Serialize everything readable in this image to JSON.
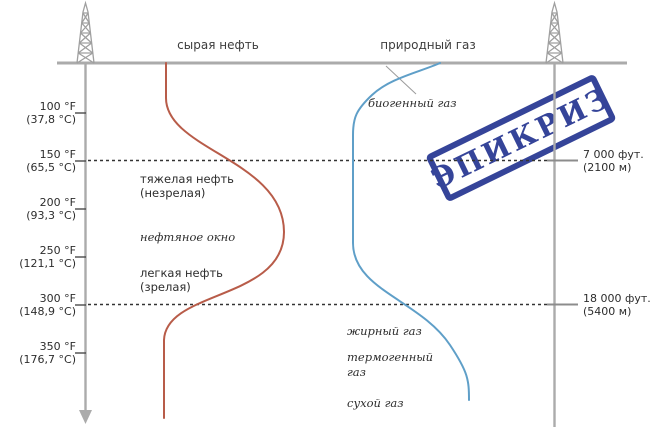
{
  "surface": {
    "oil_label": "сырая нефть",
    "gas_label": "природный газ"
  },
  "temps": [
    {
      "f": "100 °F",
      "c": "(37,8 °C)"
    },
    {
      "f": "150 °F",
      "c": "(65,5 °C)"
    },
    {
      "f": "200 °F",
      "c": "(93,3 °C)"
    },
    {
      "f": "250 °F",
      "c": "(121,1 °C)"
    },
    {
      "f": "300 °F",
      "c": "(148,9 °C)"
    },
    {
      "f": "350 °F",
      "c": "(176,7 °C)"
    }
  ],
  "depths": [
    {
      "ft": "7 000 фут.",
      "m": "(2100 м)"
    },
    {
      "ft": "18 000 фут.",
      "m": "(5400 м)"
    }
  ],
  "oil_zones": {
    "heavy_line1": "тяжелая нефть",
    "heavy_line2": "(незрелая)",
    "window": "нефтяное окно",
    "light_line1": "легкая нефть",
    "light_line2": "(зрелая)"
  },
  "gas_zones": {
    "biogenic": "биогенный газ",
    "wet": "жирный газ",
    "thermogenic_line1": "термогенный",
    "thermogenic_line2": "газ",
    "dry": "сухой газ"
  },
  "stamp_text": "ЭПИКРИЗ",
  "colors": {
    "oil_curve": "#b85c49",
    "gas_curve": "#5f9fc8",
    "structure": "#ababab",
    "dash": "#333333",
    "stamp": "#2b3a94"
  }
}
